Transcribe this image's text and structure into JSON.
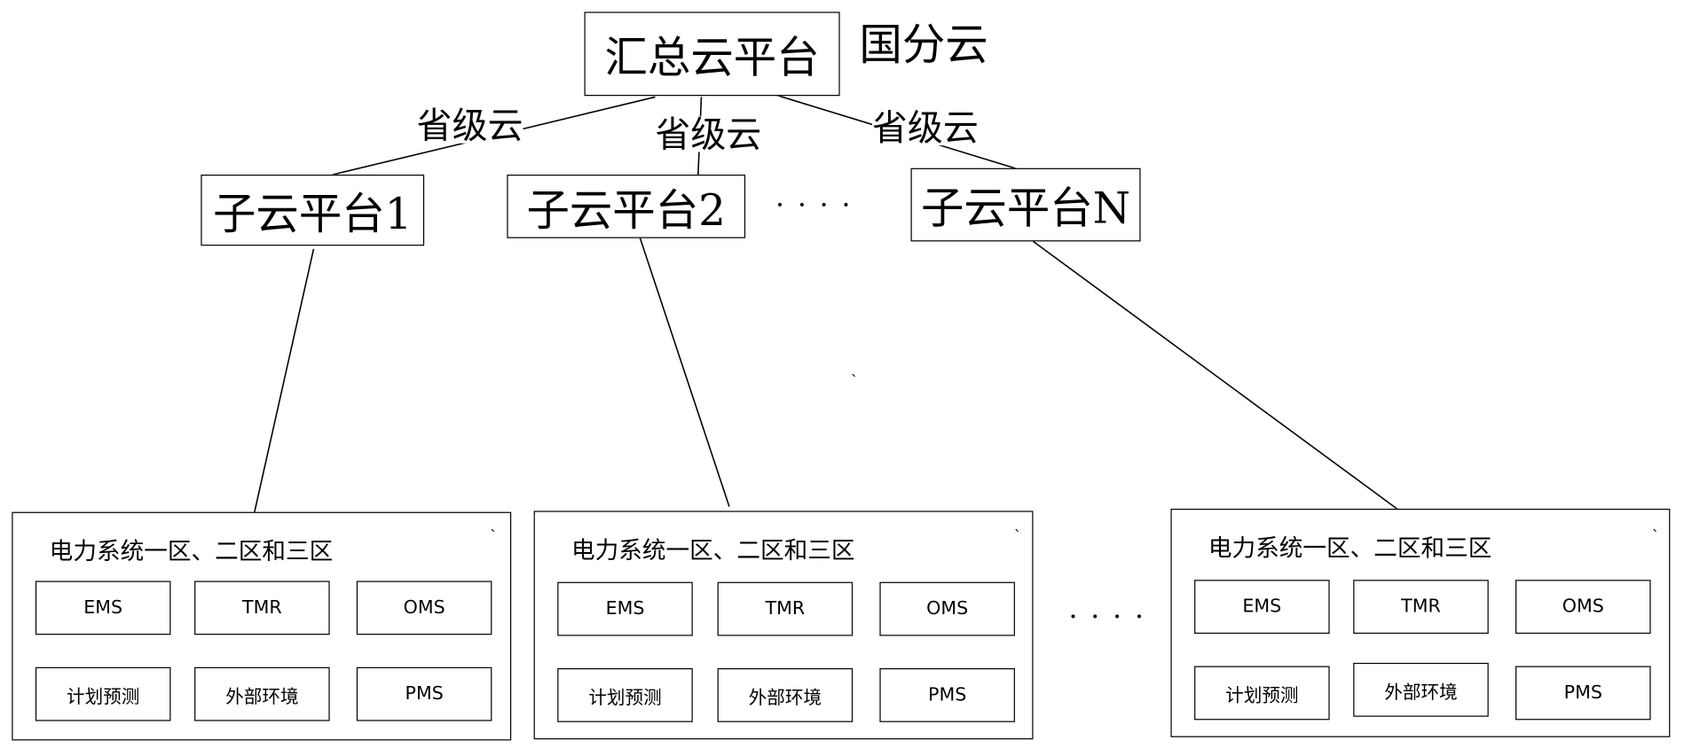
{
  "top": {
    "label": "汇总云平台",
    "tag": "国分云"
  },
  "provincial_labels": [
    "省级云",
    "省级云",
    "省级云"
  ],
  "sub_platforms": [
    {
      "label": "子云平台1"
    },
    {
      "label": "子云平台2"
    },
    {
      "label": "子云平台N"
    }
  ],
  "ellipsis": "· · · ·",
  "regions": [
    {
      "title": "电力系统一区、二区和三区",
      "systems": [
        "EMS",
        "TMR",
        "OMS",
        "计划预测",
        "外部环境",
        "PMS"
      ]
    },
    {
      "title": "电力系统一区、二区和三区",
      "systems": [
        "EMS",
        "TMR",
        "OMS",
        "计划预测",
        "外部环境",
        "PMS"
      ]
    },
    {
      "title": "电力系统一区、二区和三区",
      "systems": [
        "EMS",
        "TMR",
        "OMS",
        "计划预测",
        "外部环境",
        "PMS"
      ]
    }
  ]
}
